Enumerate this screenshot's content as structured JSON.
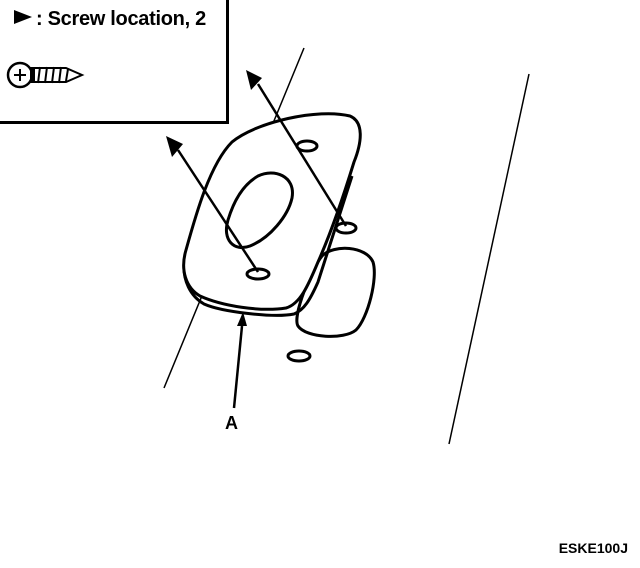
{
  "legend": {
    "text": ": Screw location, 2",
    "symbol": "screw-arrow-icon",
    "screw_picture": "screw-icon"
  },
  "callouts": {
    "part_label": "A"
  },
  "figure_code": "ESKE100J"
}
